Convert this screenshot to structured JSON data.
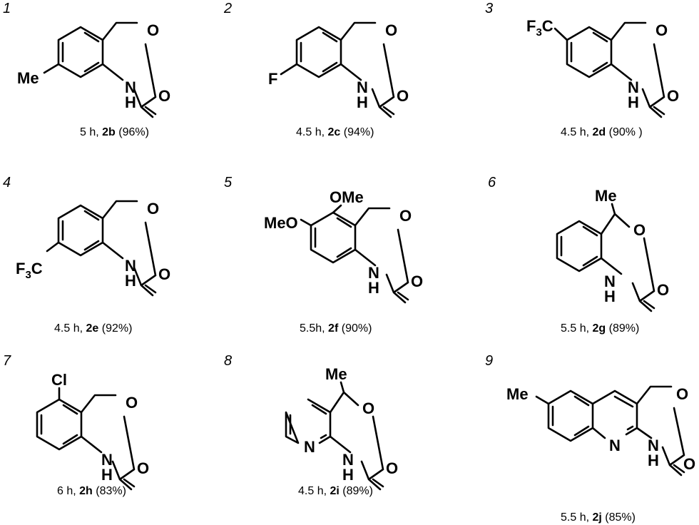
{
  "entries": [
    {
      "num": "1",
      "substituent": "Me",
      "time": "5 h,",
      "compound": "2b",
      "yield": "(96%)"
    },
    {
      "num": "2",
      "substituent": "F",
      "time": "4.5 h,",
      "compound": "2c",
      "yield": "(94%)"
    },
    {
      "num": "3",
      "substituent_main": "F",
      "substituent_sub": "3",
      "substituent_tail": "C",
      "time": "4.5 h,",
      "compound": "2d",
      "yield": "(90% )"
    },
    {
      "num": "4",
      "substituent_main": "F",
      "substituent_sub": "3",
      "substituent_tail": "C",
      "time": "4.5 h,",
      "compound": "2e",
      "yield": "(92%)"
    },
    {
      "num": "5",
      "substituent_a": "OMe",
      "substituent_b": "MeO",
      "time": "5.5h,",
      "compound": "2f",
      "yield": "(90%)"
    },
    {
      "num": "6",
      "substituent": "Me",
      "time": "5.5 h,",
      "compound": "2g",
      "yield": "(89%)"
    },
    {
      "num": "7",
      "substituent": "Cl",
      "time": "6 h,",
      "compound": "2h",
      "yield": "(83%)"
    },
    {
      "num": "8",
      "substituent": "Me",
      "ring_atom": "N",
      "time": "4.5 h,",
      "compound": "2i",
      "yield": "(89%)"
    },
    {
      "num": "9",
      "substituent": "Me",
      "ring_atom": "N",
      "time": "5.5 h,",
      "compound": "2j",
      "yield": "(85%)"
    }
  ],
  "atoms": {
    "oxygen": "O",
    "nh_n": "N",
    "nh_h": "H",
    "carbonyl": "O"
  }
}
